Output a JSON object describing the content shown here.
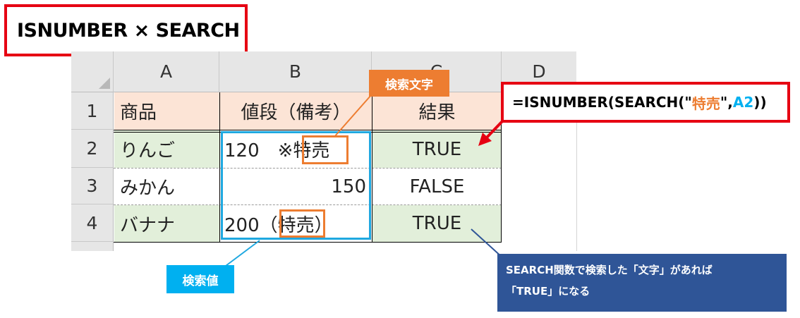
{
  "title": "ISNUMBER × SEARCH",
  "sheet": {
    "columns": [
      "A",
      "B",
      "C",
      "D"
    ],
    "rows": [
      "1",
      "2",
      "3",
      "4"
    ],
    "cells": {
      "a1": "商品",
      "b1": "値段（備考）",
      "c1": "結果",
      "a2": "りんご",
      "b2": "120　※特売",
      "c2": "TRUE",
      "a3": "みかん",
      "b3": "150",
      "c3": "FALSE",
      "a4": "バナナ",
      "b4": "200（特売）",
      "c4": "TRUE"
    }
  },
  "labels": {
    "search_text": "検索文字",
    "search_value": "検索値"
  },
  "formula": {
    "prefix": "=ISNUMBER(SEARCH(\"",
    "keyword": "特売",
    "middle": "\",",
    "ref": "A2",
    "suffix": "))"
  },
  "note": {
    "line1": "SEARCH関数で検索した「文字」があれば",
    "line2": "「TRUE」になる"
  },
  "colors": {
    "title_border": "#e60012",
    "header_fill": "#fce4d6",
    "row_fill": "#e2efda",
    "highlight_blue": "#1fa8e0",
    "highlight_orange": "#ed7d31",
    "note_fill": "#2f5597"
  }
}
